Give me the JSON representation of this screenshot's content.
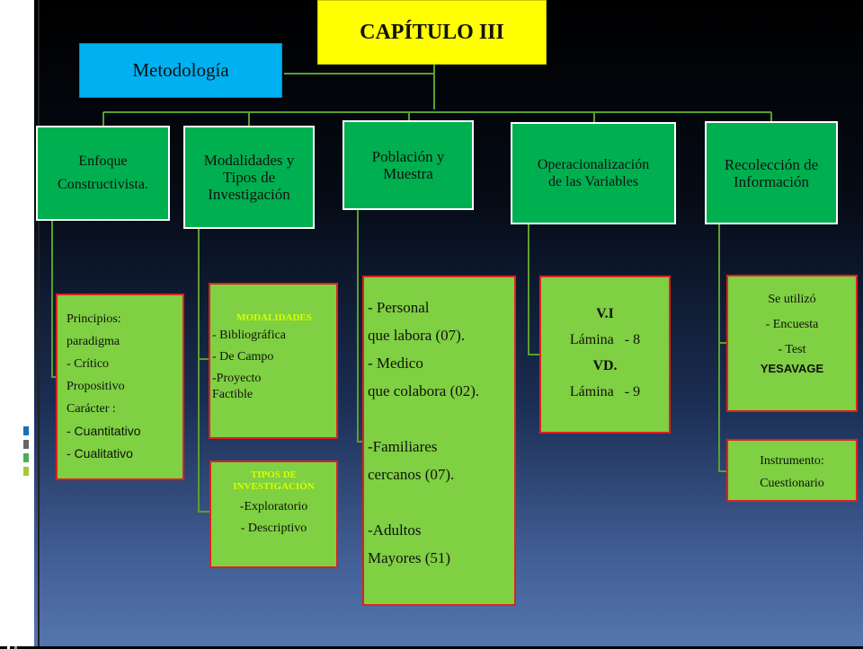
{
  "title": "CAPÍTULO III",
  "subtitle": "Metodología",
  "categories": [
    {
      "label": "Enfoque\nConstructivista."
    },
    {
      "label": "Modalidades y\nTipos de\nInvestigación"
    },
    {
      "label": "Población y\nMuestra"
    },
    {
      "label": "Operacionalización\nde las  Variables"
    },
    {
      "label": "Recolección de\nInformación"
    }
  ],
  "details": {
    "enfoque": [
      "Principios:",
      " paradigma",
      "- Crítico",
      "Propositivo",
      "Carácter :",
      "- Cuantitativo",
      "- Cualitativo"
    ],
    "modalidades_header": "MODALIDADES",
    "modalidades": [
      "- Bibliográfica",
      "- De Campo",
      "-Proyecto",
      "Factible"
    ],
    "tipos_header": "TIPOS DE\nINVESTIGACIÓN",
    "tipos": [
      "-Exploratorio",
      "- Descriptivo"
    ],
    "poblacion": [
      "- Personal",
      "que labora (07).",
      "",
      "- Medico",
      "que colabora (02).",
      "",
      "-Familiares",
      " cercanos (07).",
      "",
      "-Adultos",
      " Mayores (51)"
    ],
    "variables": [
      "V.I",
      "Lámina   - 8",
      "VD.",
      "Lámina   - 9"
    ],
    "encuesta": [
      "Se utilizó",
      "- Encuesta",
      "- Test",
      "YESAVAGE"
    ],
    "instrumento": [
      "Instrumento:",
      "Cuestionario"
    ]
  },
  "colors": {
    "title_bg": "#ffff00",
    "subtitle_bg": "#00b0f0",
    "category_bg": "#00b050",
    "detail_bg": "#7fd042",
    "detail_border": "#e02020",
    "connector": "#5aa02c"
  }
}
